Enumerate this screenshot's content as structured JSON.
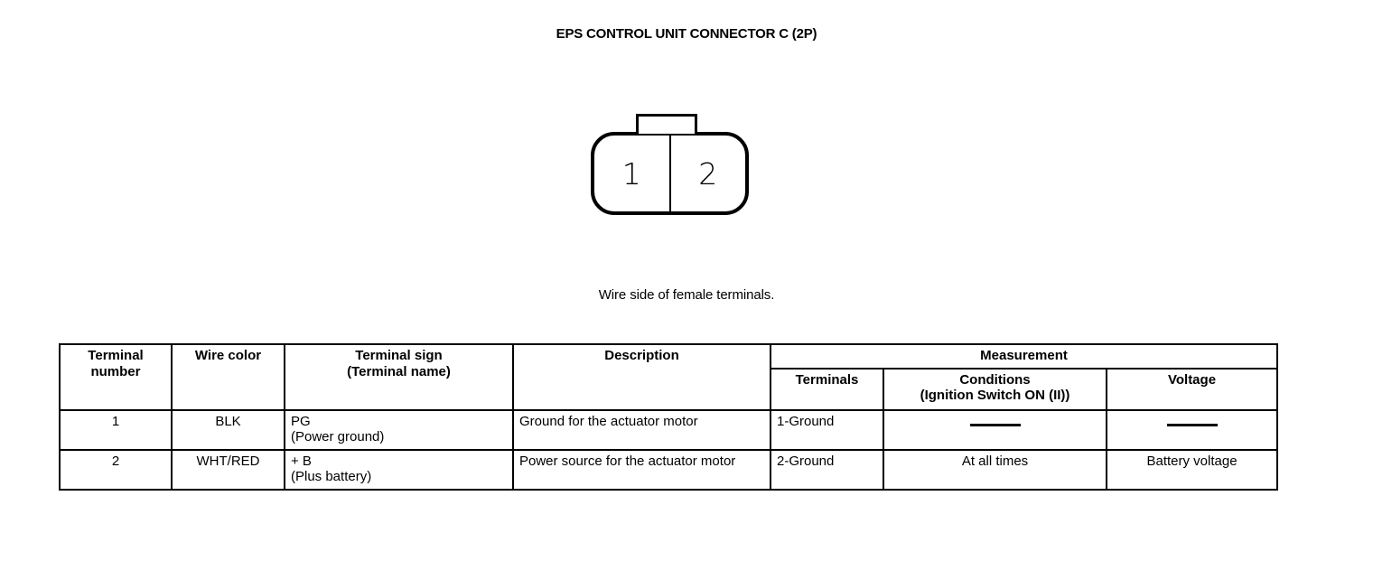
{
  "title": "EPS CONTROL UNIT CONNECTOR C (2P)",
  "connector": {
    "name": "eps-control-unit-connector-c",
    "pin_count": 2,
    "pins": [
      {
        "number": "1"
      },
      {
        "number": "2"
      }
    ],
    "caption": "Wire side of female terminals."
  },
  "table": {
    "headers": {
      "terminal_number": "Terminal\nnumber",
      "terminal_number_line1": "Terminal",
      "terminal_number_line2": "number",
      "wire_color": "Wire color",
      "terminal_sign_line1": "Terminal sign",
      "terminal_sign_line2": "(Terminal name)",
      "description": "Description",
      "measurement": "Measurement",
      "terminals": "Terminals",
      "conditions_line1": "Conditions",
      "conditions_line2": "(Ignition Switch ON (II))",
      "voltage": "Voltage"
    },
    "rows": [
      {
        "terminal_number": "1",
        "wire_color": "BLK",
        "terminal_sign_line1": "PG",
        "terminal_sign_line2": "(Power ground)",
        "description": "Ground for the actuator motor",
        "terminals": "1-Ground",
        "conditions": "—",
        "voltage": "—"
      },
      {
        "terminal_number": "2",
        "wire_color": "WHT/RED",
        "terminal_sign_line1": "+ B",
        "terminal_sign_line2": "(Plus battery)",
        "description": "Power source for the actuator motor",
        "terminals": "2-Ground",
        "conditions": "At all times",
        "voltage": "Battery voltage"
      }
    ]
  },
  "colors": {
    "ink": "#000000",
    "paper": "#ffffff"
  }
}
